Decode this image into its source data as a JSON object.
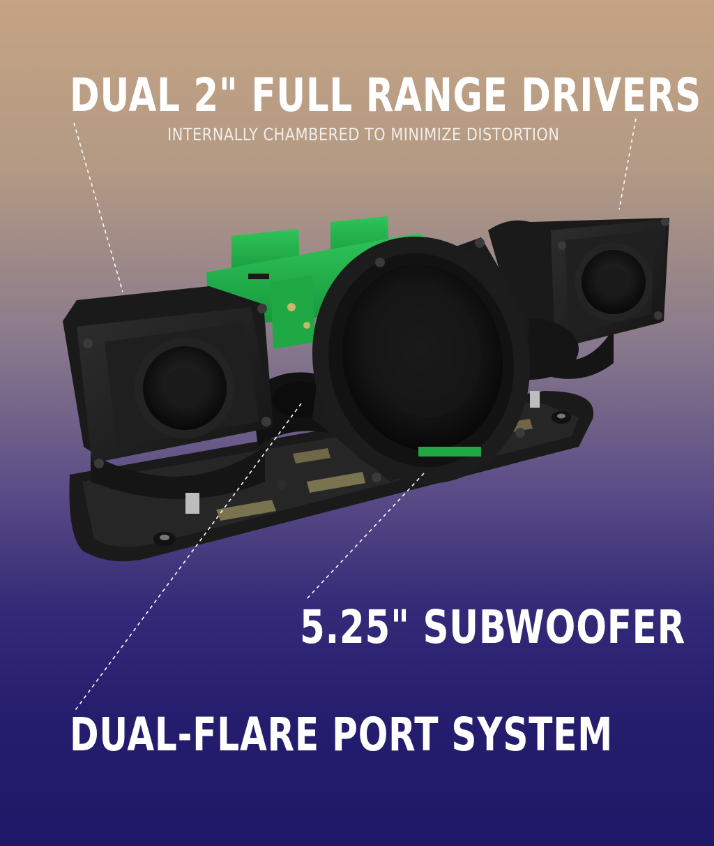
{
  "callouts": {
    "drivers_title": "DUAL 2\" FULL RANGE DRIVERS",
    "drivers_subtitle": "INTERNALLY CHAMBERED TO MINIMIZE DISTORTION",
    "subwoofer_title": "5.25\" SUBWOOFER",
    "port_title": "DUAL-FLARE PORT SYSTEM"
  },
  "illustration": {
    "subject": "speaker-internals-cutaway",
    "icon": "speaker-cutaway-image"
  },
  "colors": {
    "background_top": "#c5a383",
    "background_bottom": "#1f1867",
    "text": "#ffffff",
    "pcb_green": "#22b24a",
    "speaker_black": "#1c1c1c"
  }
}
